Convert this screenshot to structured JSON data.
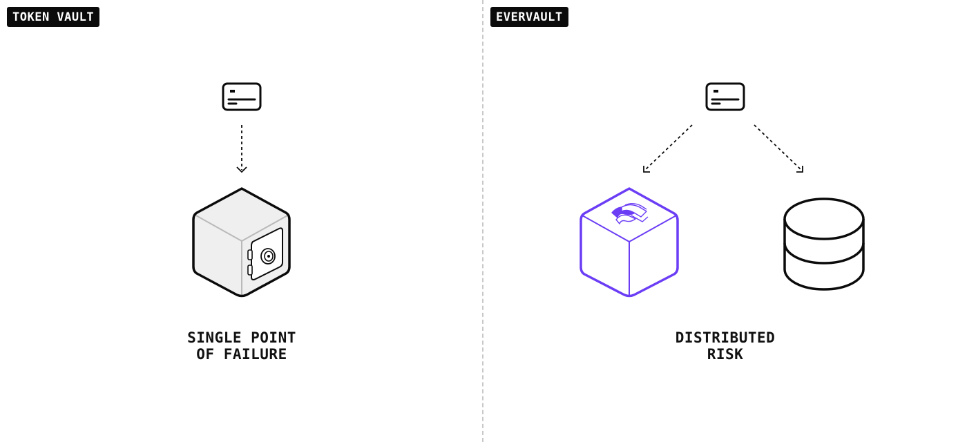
{
  "left_panel": {
    "tag": "TOKEN VAULT",
    "caption_line1": "SINGLE POINT",
    "caption_line2": "OF FAILURE"
  },
  "right_panel": {
    "tag": "EVERVAULT",
    "caption_line1": "DISTRIBUTED",
    "caption_line2": "RISK"
  },
  "icons": [
    "card-icon",
    "safe-cube-icon",
    "evervault-cube-icon",
    "database-icon"
  ],
  "colors": {
    "accent": "#6b3df5",
    "ink": "#0b0b0b",
    "divider": "#c8c8c8"
  }
}
